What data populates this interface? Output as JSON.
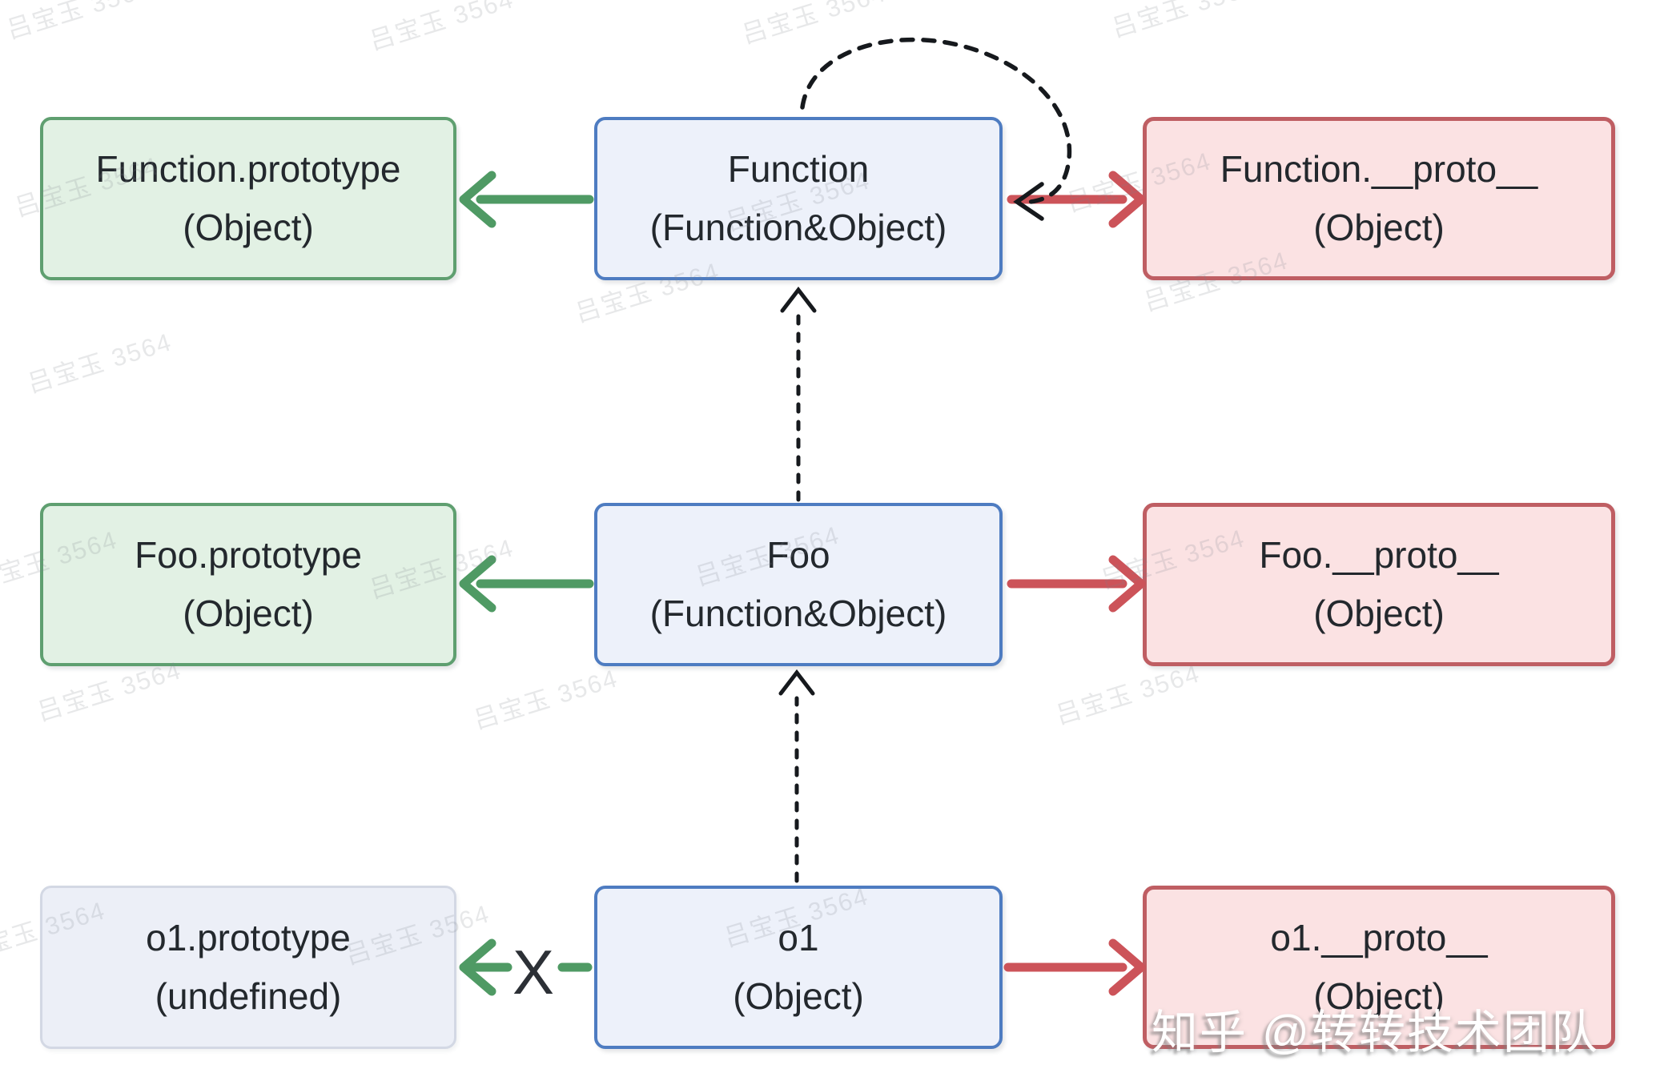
{
  "watermark": {
    "text": "吕宝玉 3564",
    "site_credit": "知乎 @转转技术团队"
  },
  "annotations": {
    "no_prototype_marker": "X"
  },
  "boxes": [
    {
      "id": "function-prototype",
      "line1": "Function.prototype",
      "line2": "(Object)",
      "variant": "green"
    },
    {
      "id": "function",
      "line1": "Function",
      "line2": "(Function&Object)",
      "variant": "blue"
    },
    {
      "id": "function-proto",
      "line1": "Function.__proto__",
      "line2": "(Object)",
      "variant": "pink"
    },
    {
      "id": "foo-prototype",
      "line1": "Foo.prototype",
      "line2": "(Object)",
      "variant": "green"
    },
    {
      "id": "foo",
      "line1": "Foo",
      "line2": "(Function&Object)",
      "variant": "blue"
    },
    {
      "id": "foo-proto",
      "line1": "Foo.__proto__",
      "line2": "(Object)",
      "variant": "pink"
    },
    {
      "id": "o1-prototype",
      "line1": "o1.prototype",
      "line2": "(undefined)",
      "variant": "muted"
    },
    {
      "id": "o1",
      "line1": "o1",
      "line2": "(Object)",
      "variant": "blue"
    },
    {
      "id": "o1-proto",
      "line1": "o1.__proto__",
      "line2": "(Object)",
      "variant": "pink"
    }
  ],
  "edges": [
    {
      "from": "Function",
      "to": "Function.prototype",
      "style": "solid",
      "color": "green"
    },
    {
      "from": "Function",
      "to": "Function.__proto__",
      "style": "solid",
      "color": "red"
    },
    {
      "from": "Function",
      "to": "Function",
      "style": "dotted",
      "color": "black",
      "shape": "self-loop"
    },
    {
      "from": "Foo",
      "to": "Function",
      "style": "dotted",
      "color": "black"
    },
    {
      "from": "Foo",
      "to": "Foo.prototype",
      "style": "solid",
      "color": "green"
    },
    {
      "from": "Foo",
      "to": "Foo.__proto__",
      "style": "solid",
      "color": "red"
    },
    {
      "from": "o1",
      "to": "Foo",
      "style": "dotted",
      "color": "black"
    },
    {
      "from": "o1",
      "to": "o1.prototype",
      "style": "solid",
      "color": "green",
      "crossed_out": true,
      "marker": "X"
    },
    {
      "from": "o1",
      "to": "o1.__proto__",
      "style": "solid",
      "color": "red"
    }
  ],
  "colors": {
    "green_arrow": "#4f9a64",
    "red_arrow": "#cc5359",
    "dashed_arrow": "#16191d",
    "cross_marker": "#2c3036",
    "green_box_bg": "#e2f1e4",
    "green_box_border": "#5f9f70",
    "blue_box_bg": "#edf1fa",
    "blue_box_border": "#4e7cc1",
    "pink_box_bg": "#fbe2e3",
    "pink_box_border": "#bf5e63",
    "muted_box_bg": "#eceff7",
    "muted_box_border": "#d3d8e4"
  }
}
